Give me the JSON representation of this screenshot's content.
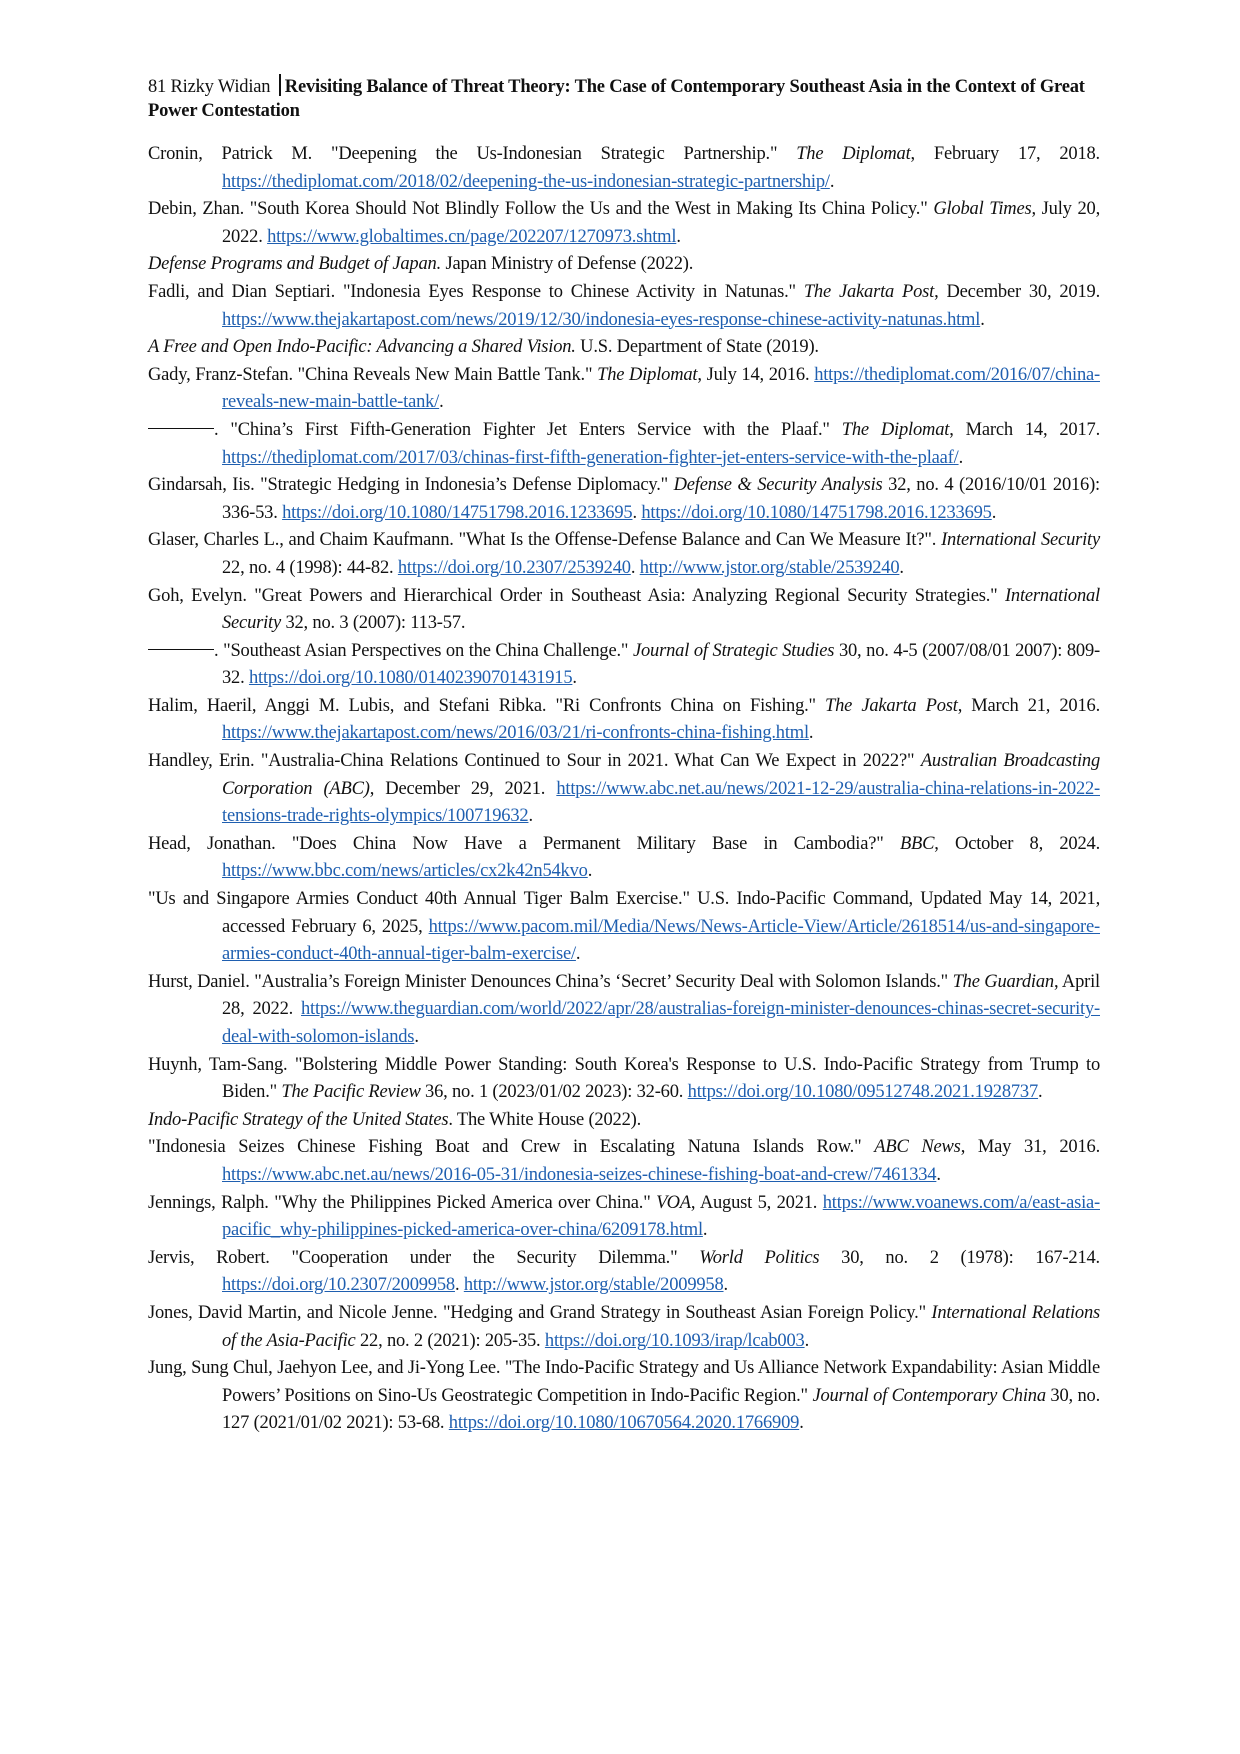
{
  "header": {
    "page_number": "81",
    "author": "Rizky Widian",
    "title": "Revisiting Balance of Threat Theory: The Case of Contemporary Southeast Asia in the Context of Great Power Contestation"
  },
  "references": [
    {
      "parts": [
        {
          "t": "Cronin, Patrick M. \"Deepening the Us-Indonesian Strategic Partnership.\" "
        },
        {
          "i": "The Diplomat"
        },
        {
          "t": ", February 17, 2018. "
        },
        {
          "a": "https://thediplomat.com/2018/02/deepening-the-us-indonesian-strategic-partnership/"
        },
        {
          "t": "."
        }
      ]
    },
    {
      "parts": [
        {
          "t": "Debin, Zhan. \"South Korea Should Not Blindly Follow the Us and the West in Making Its China Policy.\" "
        },
        {
          "i": "Global Times"
        },
        {
          "t": ", July 20, 2022. "
        },
        {
          "a": "https://www.globaltimes.cn/page/202207/1270973.shtml"
        },
        {
          "t": "."
        }
      ]
    },
    {
      "parts": [
        {
          "i": "Defense Programs and Budget of Japan."
        },
        {
          "t": " Japan Ministry of Defense (2022)."
        }
      ]
    },
    {
      "parts": [
        {
          "t": "Fadli, and Dian Septiari. \"Indonesia Eyes Response to Chinese Activity in Natunas.\" "
        },
        {
          "i": "The Jakarta Post"
        },
        {
          "t": ", December 30, 2019. "
        },
        {
          "a": "https://www.thejakartapost.com/news/2019/12/30/indonesia-eyes-response-chinese-activity-natunas.html"
        },
        {
          "t": "."
        }
      ]
    },
    {
      "parts": [
        {
          "i": "A Free and Open Indo-Pacific: Advancing a Shared Vision."
        },
        {
          "t": " U.S. Department of State (2019)."
        }
      ]
    },
    {
      "parts": [
        {
          "t": "Gady, Franz-Stefan. \"China Reveals New Main Battle Tank.\" "
        },
        {
          "i": "The Diplomat"
        },
        {
          "t": ", July 14, 2016. "
        },
        {
          "a": "https://thediplomat.com/2016/07/china-reveals-new-main-battle-tank/"
        },
        {
          "t": "."
        }
      ]
    },
    {
      "dash": true,
      "parts": [
        {
          "t": ". \"China’s First Fifth-Generation Fighter Jet Enters Service with the Plaaf.\" "
        },
        {
          "i": "The Diplomat"
        },
        {
          "t": ", March 14, 2017. "
        },
        {
          "a": "https://thediplomat.com/2017/03/chinas-first-fifth-generation-fighter-jet-enters-service-with-the-plaaf/"
        },
        {
          "t": "."
        }
      ]
    },
    {
      "parts": [
        {
          "t": "Gindarsah, Iis. \"Strategic Hedging in Indonesia’s Defense Diplomacy.\" "
        },
        {
          "i": "Defense & Security Analysis"
        },
        {
          "t": " 32, no. 4 (2016/10/01 2016): 336-53. "
        },
        {
          "a": "https://doi.org/10.1080/14751798.2016.1233695"
        },
        {
          "t": ". "
        },
        {
          "a": "https://doi.org/10.1080/14751798.2016.1233695"
        },
        {
          "t": "."
        }
      ]
    },
    {
      "parts": [
        {
          "t": "Glaser, Charles L., and Chaim Kaufmann. \"What Is the Offense-Defense Balance and Can We Measure It?\". "
        },
        {
          "i": "International Security"
        },
        {
          "t": " 22, no. 4 (1998): 44-82. "
        },
        {
          "a": "https://doi.org/10.2307/2539240"
        },
        {
          "t": ". "
        },
        {
          "a": "http://www.jstor.org/stable/2539240"
        },
        {
          "t": "."
        }
      ]
    },
    {
      "parts": [
        {
          "t": "Goh, Evelyn. \"Great Powers and Hierarchical Order in Southeast Asia: Analyzing Regional Security Strategies.\" "
        },
        {
          "i": "International Security"
        },
        {
          "t": " 32, no. 3 (2007): 113-57."
        }
      ]
    },
    {
      "dash": true,
      "parts": [
        {
          "t": ". \"Southeast Asian Perspectives on the China Challenge.\" "
        },
        {
          "i": "Journal of Strategic Studies"
        },
        {
          "t": " 30, no. 4-5 (2007/08/01 2007): 809-32. "
        },
        {
          "a": "https://doi.org/10.1080/01402390701431915"
        },
        {
          "t": "."
        }
      ]
    },
    {
      "parts": [
        {
          "t": "Halim, Haeril, Anggi M. Lubis, and Stefani Ribka. \"Ri Confronts China on Fishing.\" "
        },
        {
          "i": "The Jakarta Post"
        },
        {
          "t": ", March 21, 2016. "
        },
        {
          "a": "https://www.thejakartapost.com/news/2016/03/21/ri-confronts-china-fishing.html"
        },
        {
          "t": "."
        }
      ]
    },
    {
      "parts": [
        {
          "t": "Handley, Erin. \"Australia-China Relations Continued to Sour in 2021. What Can We Expect in 2022?\" "
        },
        {
          "i": "Australian Broadcasting Corporation (ABC)"
        },
        {
          "t": ", December 29, 2021. "
        },
        {
          "a": "https://www.abc.net.au/news/2021-12-29/australia-china-relations-in-2022-tensions-trade-rights-olympics/100719632"
        },
        {
          "t": "."
        }
      ]
    },
    {
      "parts": [
        {
          "t": "Head, Jonathan. \"Does China Now Have a Permanent Military Base in Cambodia?\" "
        },
        {
          "i": "BBC"
        },
        {
          "t": ", October 8, 2024. "
        },
        {
          "a": "https://www.bbc.com/news/articles/cx2k42n54kvo"
        },
        {
          "t": "."
        }
      ]
    },
    {
      "parts": [
        {
          "t": "\"Us and Singapore Armies Conduct 40th Annual Tiger Balm Exercise.\" U.S. Indo-Pacific Command, Updated May 14, 2021, accessed February 6, 2025, "
        },
        {
          "a": "https://www.pacom.mil/Media/News/News-Article-View/Article/2618514/us-and-singapore-armies-conduct-40th-annual-tiger-balm-exercise/"
        },
        {
          "t": "."
        }
      ]
    },
    {
      "parts": [
        {
          "t": "Hurst, Daniel. \"Australia’s Foreign Minister Denounces China’s ‘Secret’ Security Deal with Solomon Islands.\" "
        },
        {
          "i": "The Guardian"
        },
        {
          "t": ", April 28, 2022. "
        },
        {
          "a": "https://www.theguardian.com/world/2022/apr/28/australias-foreign-minister-denounces-chinas-secret-security-deal-with-solomon-islands"
        },
        {
          "t": "."
        }
      ]
    },
    {
      "parts": [
        {
          "t": "Huynh, Tam-Sang. \"Bolstering Middle Power Standing: South Korea's Response to U.S. Indo-Pacific Strategy from Trump to Biden.\" "
        },
        {
          "i": "The Pacific Review"
        },
        {
          "t": " 36, no. 1 (2023/01/02 2023): 32-60. "
        },
        {
          "a": "https://doi.org/10.1080/09512748.2021.1928737"
        },
        {
          "t": "."
        }
      ]
    },
    {
      "parts": [
        {
          "i": "Indo-Pacific Strategy of the United States"
        },
        {
          "t": ". The White House (2022)."
        }
      ]
    },
    {
      "parts": [
        {
          "t": "\"Indonesia Seizes Chinese Fishing Boat and Crew in Escalating Natuna Islands Row.\" "
        },
        {
          "i": "ABC News"
        },
        {
          "t": ", May 31, 2016. "
        },
        {
          "a": "https://www.abc.net.au/news/2016-05-31/indonesia-seizes-chinese-fishing-boat-and-crew/7461334"
        },
        {
          "t": "."
        }
      ]
    },
    {
      "parts": [
        {
          "t": "Jennings, Ralph. \"Why the Philippines Picked America over China.\" "
        },
        {
          "i": "VOA"
        },
        {
          "t": ", August 5, 2021. "
        },
        {
          "a": "https://www.voanews.com/a/east-asia-pacific_why-philippines-picked-america-over-china/6209178.html"
        },
        {
          "t": "."
        }
      ]
    },
    {
      "parts": [
        {
          "t": "Jervis, Robert. \"Cooperation under the Security Dilemma.\" "
        },
        {
          "i": "World Politics"
        },
        {
          "t": " 30, no. 2 (1978): 167-214. "
        },
        {
          "a": "https://doi.org/10.2307/2009958"
        },
        {
          "t": ". "
        },
        {
          "a": "http://www.jstor.org/stable/2009958"
        },
        {
          "t": "."
        }
      ]
    },
    {
      "parts": [
        {
          "t": "Jones, David Martin, and Nicole Jenne. \"Hedging and Grand Strategy in Southeast Asian Foreign Policy.\" "
        },
        {
          "i": "International Relations of the Asia-Pacific"
        },
        {
          "t": " 22, no. 2 (2021): 205-35. "
        },
        {
          "a": "https://doi.org/10.1093/irap/lcab003"
        },
        {
          "t": "."
        }
      ]
    },
    {
      "parts": [
        {
          "t": "Jung, Sung Chul, Jaehyon Lee, and Ji-Yong Lee. \"The Indo-Pacific Strategy and Us Alliance Network Expandability: Asian Middle Powers’ Positions on Sino-Us Geostrategic Competition in Indo-Pacific Region.\" "
        },
        {
          "i": "Journal of Contemporary China"
        },
        {
          "t": " 30, no. 127 (2021/01/02 2021): 53-68. "
        },
        {
          "a": "https://doi.org/10.1080/10670564.2020.1766909"
        },
        {
          "t": "."
        }
      ]
    }
  ],
  "colors": {
    "link": "#1f5fb0",
    "text": "#111111"
  }
}
